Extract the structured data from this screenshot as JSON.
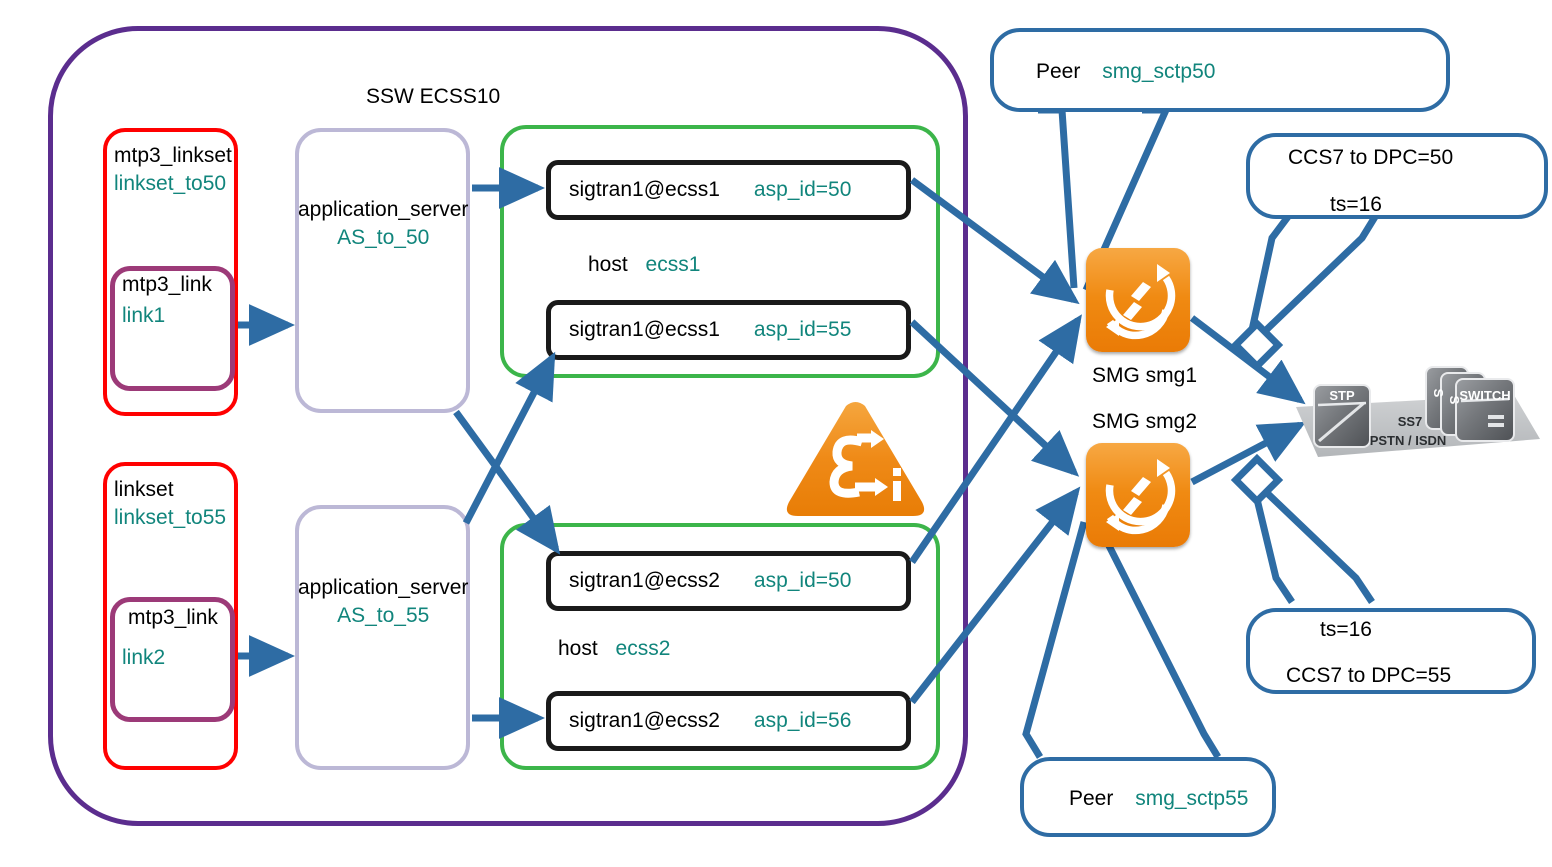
{
  "diagram": {
    "title": "SSW ECSS10",
    "colors": {
      "shell": "#5b2d8e",
      "linkset_group": "#ff0000",
      "mtp3_link": "#9c3a78",
      "application_server": "#bcb8d6",
      "host_group": "#3cb54a",
      "asp_box": "#1a1a1a",
      "arrow": "#2e6ca4",
      "callout": "#2e6ca4",
      "value_text": "#11857c",
      "smg_icon": "#ef8a12",
      "epsilon_icon": "#ee8a17"
    }
  },
  "linksets": [
    {
      "type_label": "mtp3_linkset",
      "name": "linkset_to50",
      "link": {
        "type_label": "mtp3_link",
        "name": "link1"
      }
    },
    {
      "type_label": "linkset",
      "name": "linkset_to55",
      "link": {
        "type_label": "mtp3_link",
        "name": "link2"
      }
    }
  ],
  "application_servers": [
    {
      "type_label": "application_server",
      "name": "AS_to_50"
    },
    {
      "type_label": "application_server",
      "name": "AS_to_55"
    }
  ],
  "hosts": [
    {
      "type_label": "host",
      "name": "ecss1",
      "asps": [
        {
          "name": "sigtran1@ecss1",
          "asp_id": "asp_id=50"
        },
        {
          "name": "sigtran1@ecss1",
          "asp_id": "asp_id=55"
        }
      ]
    },
    {
      "type_label": "host",
      "name": "ecss2",
      "asps": [
        {
          "name": "sigtran1@ecss2",
          "asp_id": "asp_id=50"
        },
        {
          "name": "sigtran1@ecss2",
          "asp_id": "asp_id=56"
        }
      ]
    }
  ],
  "smg_nodes": [
    {
      "caption": "SMG smg1",
      "icon": "smg-gateway-icon"
    },
    {
      "caption": "SMG smg2",
      "icon": "smg-gateway-icon"
    }
  ],
  "callouts": [
    {
      "id": "peer-50",
      "label": "Peer",
      "value": "smg_sctp50",
      "tail": "bottom"
    },
    {
      "id": "ccs7-50",
      "line1": "CCS7 to DPC=50",
      "line2": "ts=16",
      "tail": "bottom"
    },
    {
      "id": "ccs7-55",
      "line1": "ts=16",
      "line2": "CCS7 to DPC=55",
      "tail": "top"
    },
    {
      "id": "peer-55",
      "label": "Peer",
      "value": "smg_sctp55",
      "tail": "top"
    }
  ],
  "ss7_cloud": {
    "stp_label": "STP",
    "switch_labels": [
      "S",
      "S",
      "SWITCH"
    ],
    "network_label": "SS7",
    "pstn_label": "PSTN / ISDN"
  },
  "epsilon_icon": {
    "name": "epsilon-info-icon",
    "badge": "i"
  }
}
